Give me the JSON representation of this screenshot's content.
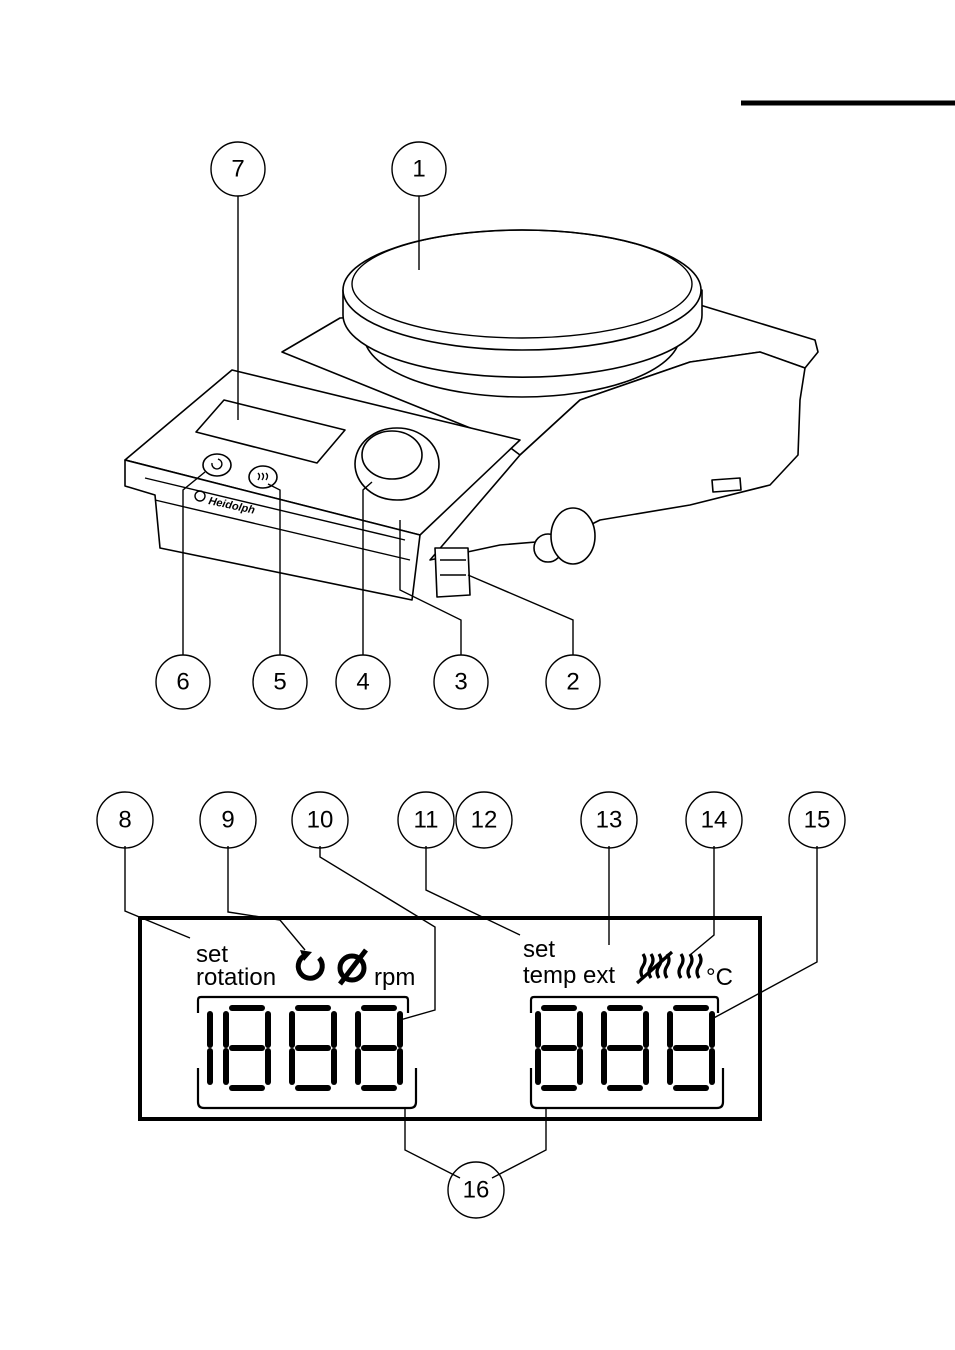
{
  "device": {
    "logo_text": "Heidolph"
  },
  "callouts_top": [
    "1",
    "2",
    "3",
    "4",
    "5",
    "6",
    "7"
  ],
  "callouts_display": [
    "8",
    "9",
    "10",
    "11",
    "12",
    "13",
    "14",
    "15",
    "16"
  ],
  "display": {
    "left_label_line1": "set",
    "left_label_line2": "rotation",
    "left_unit": "rpm",
    "left_digits": "1888",
    "right_label_line1": "set",
    "right_label_line2": "temp ext",
    "right_unit": "°C",
    "right_digits": "888"
  },
  "icons": [
    "rotation-icon",
    "stirrer-off-icon",
    "heating-active-icon",
    "heating-icon",
    "power-button-icon",
    "heat-button-icon"
  ]
}
